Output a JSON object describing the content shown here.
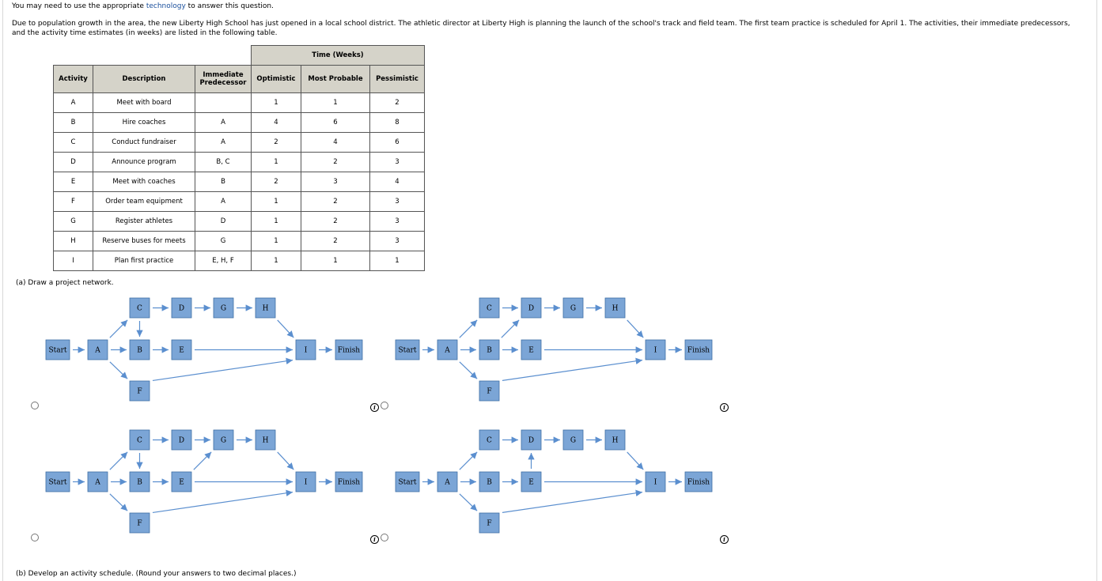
{
  "intro": {
    "prefix": "You may need to use the appropriate ",
    "link": "technology",
    "suffix": " to answer this question."
  },
  "problem_text": "Due to population growth in the area, the new Liberty High School has just opened in a local school district. The athletic director at Liberty High is planning the launch of the school's track and field team. The first team practice is scheduled for April 1. The activities, their immediate predecessors, and the activity time estimates (in weeks) are listed in the following table.",
  "table": {
    "group_header": "Time (Weeks)",
    "headers": [
      "Activity",
      "Description",
      "Immediate Predecessor",
      "Optimistic",
      "Most Probable",
      "Pessimistic"
    ],
    "rows": [
      [
        "A",
        "Meet with board",
        "",
        "1",
        "1",
        "2"
      ],
      [
        "B",
        "Hire coaches",
        "A",
        "4",
        "6",
        "8"
      ],
      [
        "C",
        "Conduct fundraiser",
        "A",
        "2",
        "4",
        "6"
      ],
      [
        "D",
        "Announce program",
        "B, C",
        "1",
        "2",
        "3"
      ],
      [
        "E",
        "Meet with coaches",
        "B",
        "2",
        "3",
        "4"
      ],
      [
        "F",
        "Order team equipment",
        "A",
        "1",
        "2",
        "3"
      ],
      [
        "G",
        "Register athletes",
        "D",
        "1",
        "2",
        "3"
      ],
      [
        "H",
        "Reserve buses for meets",
        "G",
        "1",
        "2",
        "3"
      ],
      [
        "I",
        "Plan first practice",
        "E, H, F",
        "1",
        "1",
        "1"
      ]
    ]
  },
  "part_a": "(a)   Draw a project network.",
  "part_b": "(b)   Develop an activity schedule. (Round your answers to two decimal places.)",
  "info_glyph": "i",
  "node_labels": {
    "start": "Start",
    "finish": "Finish",
    "A": "A",
    "B": "B",
    "C": "C",
    "D": "D",
    "E": "E",
    "F": "F",
    "G": "G",
    "H": "H",
    "I": "I"
  },
  "colors": {
    "node_fill": "#7ba5d6",
    "node_border": "#3e6ea5",
    "arrow": "#5b8fcf",
    "link": "#1a4f9c",
    "table_header": "#d5d3c9"
  },
  "networks": [
    {
      "edges": [
        [
          "start",
          "A"
        ],
        [
          "A",
          "B"
        ],
        [
          "A",
          "C"
        ],
        [
          "A",
          "F"
        ],
        [
          "B",
          "E"
        ],
        [
          "C",
          "D"
        ],
        [
          "C",
          "B"
        ],
        [
          "D",
          "G"
        ],
        [
          "G",
          "H"
        ],
        [
          "H",
          "I"
        ],
        [
          "E",
          "I"
        ],
        [
          "F",
          "I"
        ],
        [
          "I",
          "finish"
        ]
      ]
    },
    {
      "edges": [
        [
          "start",
          "A"
        ],
        [
          "A",
          "B"
        ],
        [
          "A",
          "C"
        ],
        [
          "A",
          "F"
        ],
        [
          "B",
          "E"
        ],
        [
          "B",
          "D"
        ],
        [
          "C",
          "D"
        ],
        [
          "D",
          "G"
        ],
        [
          "G",
          "H"
        ],
        [
          "H",
          "I"
        ],
        [
          "E",
          "I"
        ],
        [
          "F",
          "I"
        ],
        [
          "I",
          "finish"
        ]
      ]
    },
    {
      "edges": [
        [
          "start",
          "A"
        ],
        [
          "A",
          "B"
        ],
        [
          "A",
          "C"
        ],
        [
          "A",
          "F"
        ],
        [
          "B",
          "E"
        ],
        [
          "C",
          "D"
        ],
        [
          "C",
          "B"
        ],
        [
          "D",
          "G"
        ],
        [
          "E",
          "G"
        ],
        [
          "G",
          "H"
        ],
        [
          "H",
          "I"
        ],
        [
          "E",
          "I"
        ],
        [
          "F",
          "I"
        ],
        [
          "I",
          "finish"
        ]
      ]
    },
    {
      "edges": [
        [
          "start",
          "A"
        ],
        [
          "A",
          "B"
        ],
        [
          "A",
          "C"
        ],
        [
          "A",
          "F"
        ],
        [
          "B",
          "E"
        ],
        [
          "C",
          "D"
        ],
        [
          "E",
          "D"
        ],
        [
          "D",
          "G"
        ],
        [
          "G",
          "H"
        ],
        [
          "H",
          "I"
        ],
        [
          "E",
          "I"
        ],
        [
          "F",
          "I"
        ],
        [
          "I",
          "finish"
        ]
      ]
    }
  ]
}
